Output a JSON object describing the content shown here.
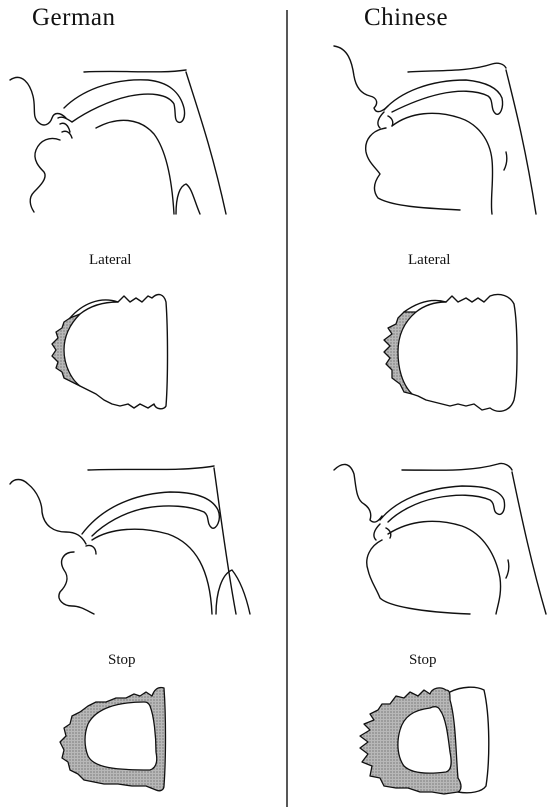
{
  "columns": {
    "left_title": "German",
    "right_title": "Chinese"
  },
  "rows": {
    "lateral_label": "Lateral",
    "stop_label": "Stop"
  },
  "contact_fill_color": "#b0b0b0",
  "line_color": "#111111"
}
